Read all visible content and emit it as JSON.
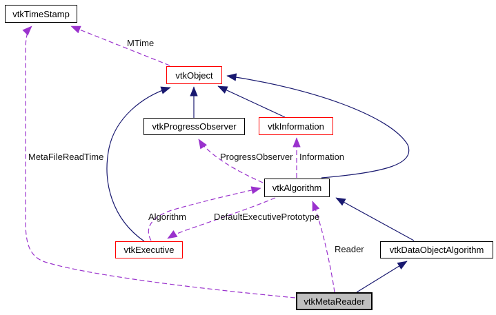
{
  "diagram": {
    "kind": "collaboration-graph",
    "nodes": {
      "timestamp": {
        "label": "vtkTimeStamp"
      },
      "object": {
        "label": "vtkObject"
      },
      "progress_observer": {
        "label": "vtkProgressObserver"
      },
      "information": {
        "label": "vtkInformation"
      },
      "algorithm": {
        "label": "vtkAlgorithm"
      },
      "executive": {
        "label": "vtkExecutive"
      },
      "data_object_algorithm": {
        "label": "vtkDataObjectAlgorithm"
      },
      "meta_reader": {
        "label": "vtkMetaReader"
      }
    },
    "edge_labels": {
      "mtime": "MTime",
      "meta_file_read_time": "MetaFileReadTime",
      "progress_observer": "ProgressObserver",
      "information": "Information",
      "algorithm": "Algorithm",
      "default_executive_prototype": "DefaultExecutivePrototype",
      "reader": "Reader"
    },
    "colors": {
      "inheritance_edge": "#191970",
      "association_edge": "#9a32cd",
      "highlighted_node_border": "#ff0000",
      "node_border": "#000000",
      "current_node_bg": "#bfbfbf",
      "node_bg": "#ffffff"
    }
  }
}
